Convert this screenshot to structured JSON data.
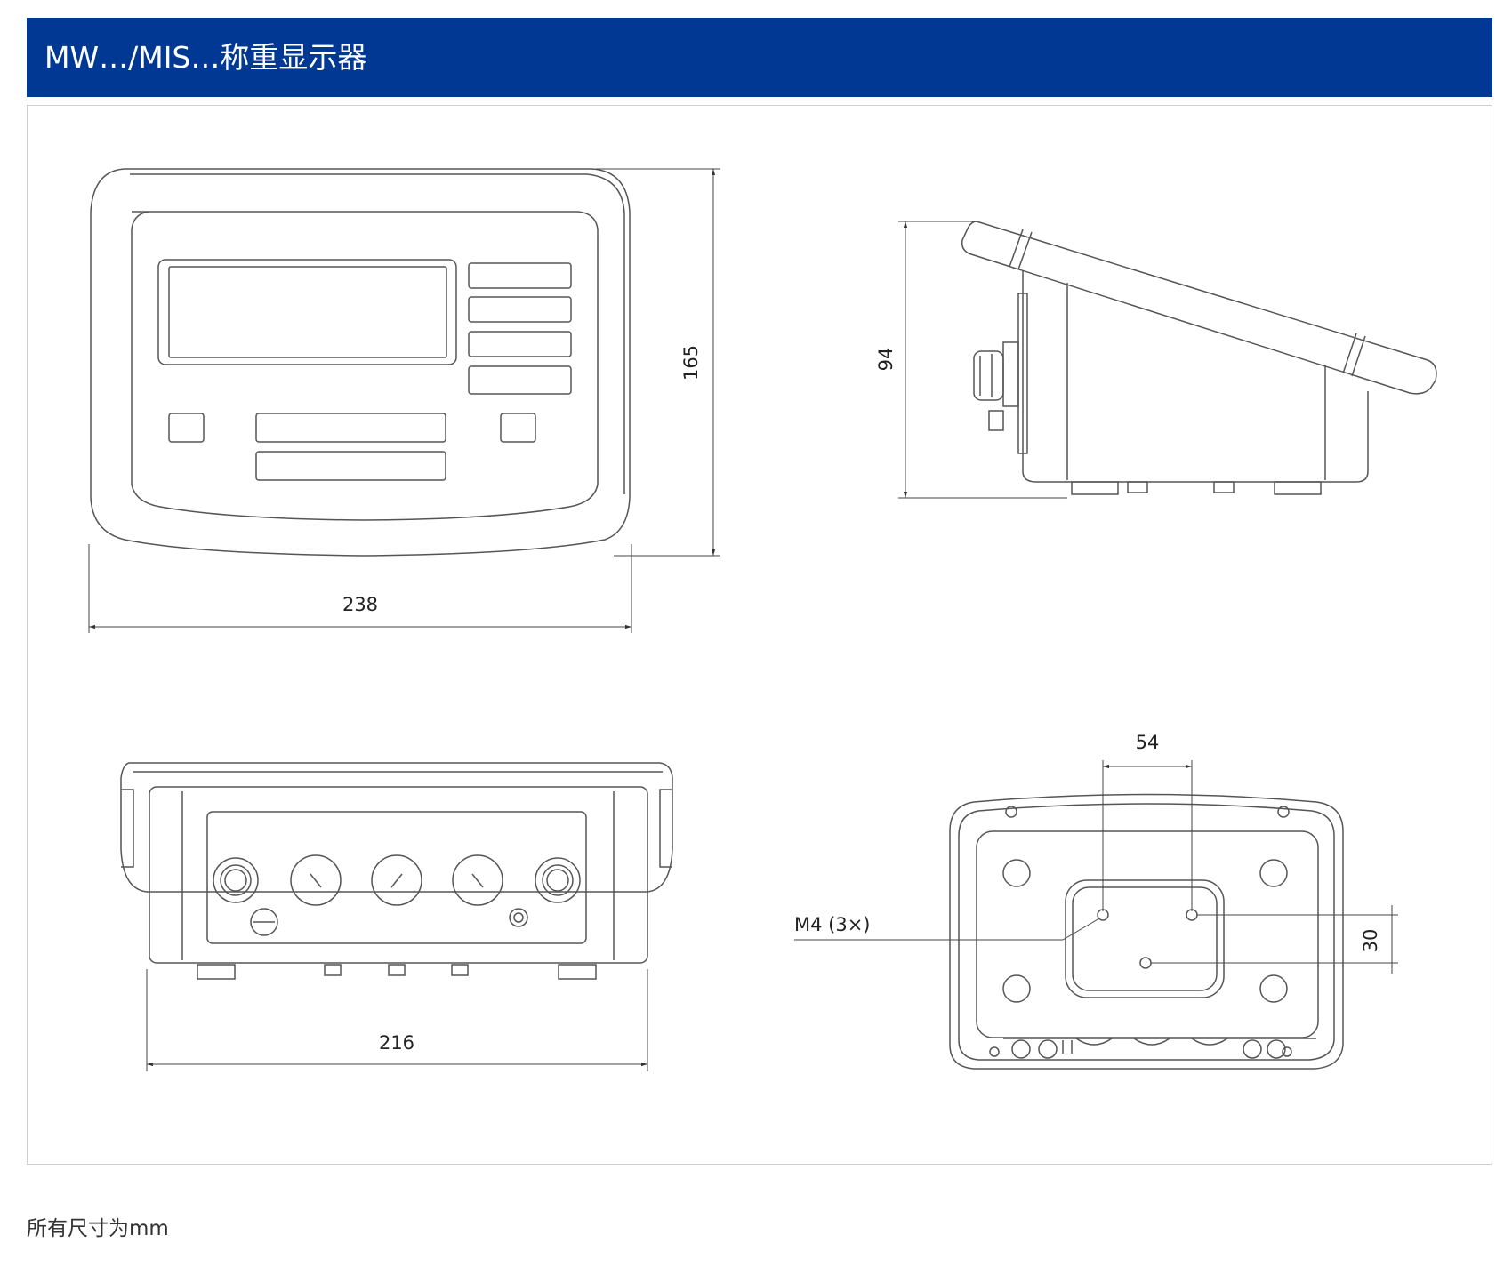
{
  "header": {
    "title": "MW…/MIS…称重显示器",
    "background_color": "#003894"
  },
  "drawing": {
    "front_view": {
      "width_label": "238",
      "height_label": "165"
    },
    "side_view": {
      "height_label": "94"
    },
    "bottom_view": {
      "width_label": "216"
    },
    "rear_view": {
      "hole_spacing_label": "54",
      "vertical_spacing_label": "30",
      "thread_label": "M4 (3×)"
    }
  },
  "footer": {
    "note": "所有尺寸为mm"
  }
}
